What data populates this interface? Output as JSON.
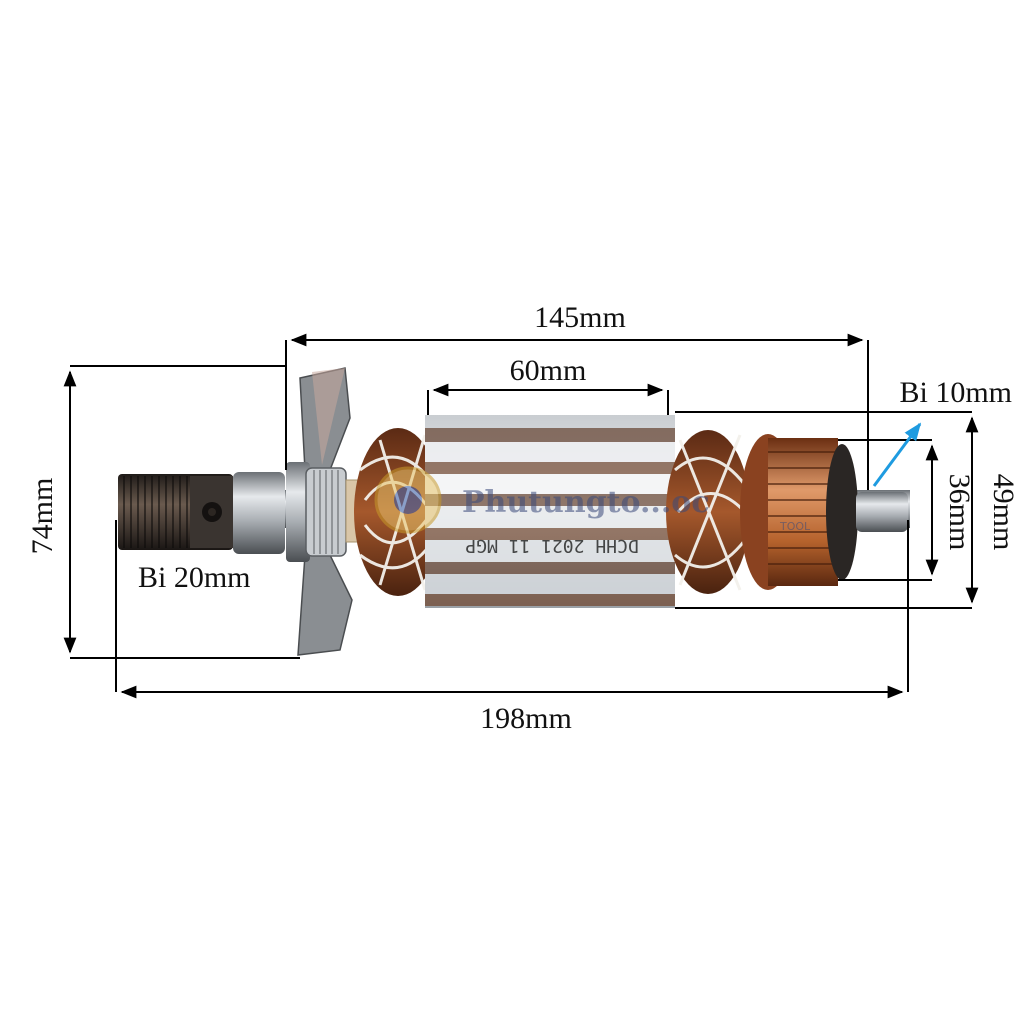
{
  "dimensions": {
    "overall_length": "198mm",
    "body_length": "145mm",
    "core_length": "60mm",
    "fan_diameter": "74mm",
    "core_diameter": "49mm",
    "commutator_diameter": "36mm",
    "bearing_large": "Bi 20mm",
    "bearing_small": "Bi 10mm"
  },
  "stamp_text": "DCHH 2021 11 MGP",
  "watermark": {
    "text": "Phutungto...oc",
    "sub": "TOOL"
  },
  "colors": {
    "arrow": "#000000",
    "pointer": "#1e9be0",
    "copper": "#b5622c",
    "steel": "#b9bec3",
    "thread": "#2a2420"
  }
}
